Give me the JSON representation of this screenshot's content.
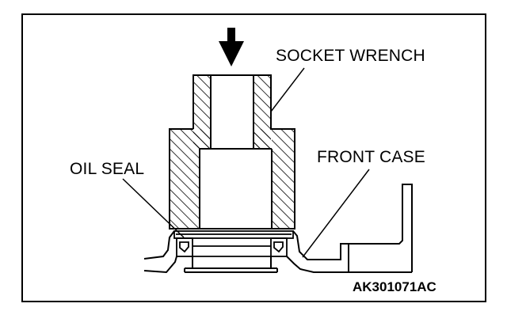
{
  "labels": {
    "socket_wrench": "SOCKET WRENCH",
    "front_case": "FRONT CASE",
    "oil_seal": "OIL SEAL",
    "figure_code": "AK301071AC"
  },
  "colors": {
    "line": "#000000",
    "background": "#ffffff"
  },
  "icons": {
    "press_direction": "down-arrow-icon"
  }
}
